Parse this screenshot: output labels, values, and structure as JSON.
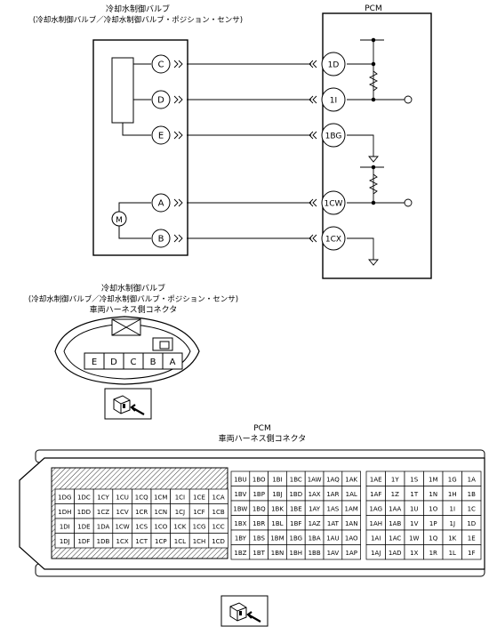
{
  "wiring": {
    "valve_title": "冷却水制御バルブ",
    "valve_subtitle": "(冷却水制御バルブ／冷却水制御バルブ・ポジション・センサ)",
    "pcm_title": "PCM",
    "valve_pins": [
      "C",
      "D",
      "E",
      "A",
      "B"
    ],
    "pcm_pins": [
      "1D",
      "1I",
      "1BG",
      "1CW",
      "1CX"
    ],
    "motor_symbol": "M"
  },
  "valve_connector": {
    "title": "冷却水制御バルブ",
    "subtitle": "(冷却水制御バルブ／冷却水制御バルブ・ポジション・センサ)",
    "caption": "車両ハーネス側コネクタ",
    "pins": [
      "E",
      "D",
      "C",
      "B",
      "A"
    ]
  },
  "pcm_connector": {
    "title": "PCM",
    "caption": "車両ハーネス側コネクタ",
    "left_block": [
      [
        "1DG",
        "1DC",
        "1CY",
        "1CU",
        "1CQ",
        "1CM",
        "1CI",
        "1CE",
        "1CA"
      ],
      [
        "1DH",
        "1DD",
        "1CZ",
        "1CV",
        "1CR",
        "1CN",
        "1CJ",
        "1CF",
        "1CB"
      ],
      [
        "1DI",
        "1DE",
        "1DA",
        "1CW",
        "1CS",
        "1CO",
        "1CK",
        "1CG",
        "1CC"
      ],
      [
        "1DJ",
        "1DF",
        "1DB",
        "1CX",
        "1CT",
        "1CP",
        "1CL",
        "1CH",
        "1CD"
      ]
    ],
    "middle_block": [
      [
        "1BU",
        "1BO",
        "1BI",
        "1BC",
        "1AW",
        "1AQ",
        "1AK"
      ],
      [
        "1BV",
        "1BP",
        "1BJ",
        "1BD",
        "1AX",
        "1AR",
        "1AL"
      ],
      [
        "1BW",
        "1BQ",
        "1BK",
        "1BE",
        "1AY",
        "1AS",
        "1AM"
      ],
      [
        "1BX",
        "1BR",
        "1BL",
        "1BF",
        "1AZ",
        "1AT",
        "1AN"
      ],
      [
        "1BY",
        "1BS",
        "1BM",
        "1BG",
        "1BA",
        "1AU",
        "1AO"
      ],
      [
        "1BZ",
        "1BT",
        "1BN",
        "1BH",
        "1BB",
        "1AV",
        "1AP"
      ]
    ],
    "right_block": [
      [
        "1AE",
        "1Y",
        "1S",
        "1M",
        "1G",
        "1A"
      ],
      [
        "1AF",
        "1Z",
        "1T",
        "1N",
        "1H",
        "1B"
      ],
      [
        "1AG",
        "1AA",
        "1U",
        "1O",
        "1I",
        "1C"
      ],
      [
        "1AH",
        "1AB",
        "1V",
        "1P",
        "1J",
        "1D"
      ],
      [
        "1AI",
        "1AC",
        "1W",
        "1Q",
        "1K",
        "1E"
      ],
      [
        "1AJ",
        "1AD",
        "1X",
        "1R",
        "1L",
        "1F"
      ]
    ]
  },
  "icons": [
    "connector-view-icon",
    "connector-view-icon"
  ]
}
